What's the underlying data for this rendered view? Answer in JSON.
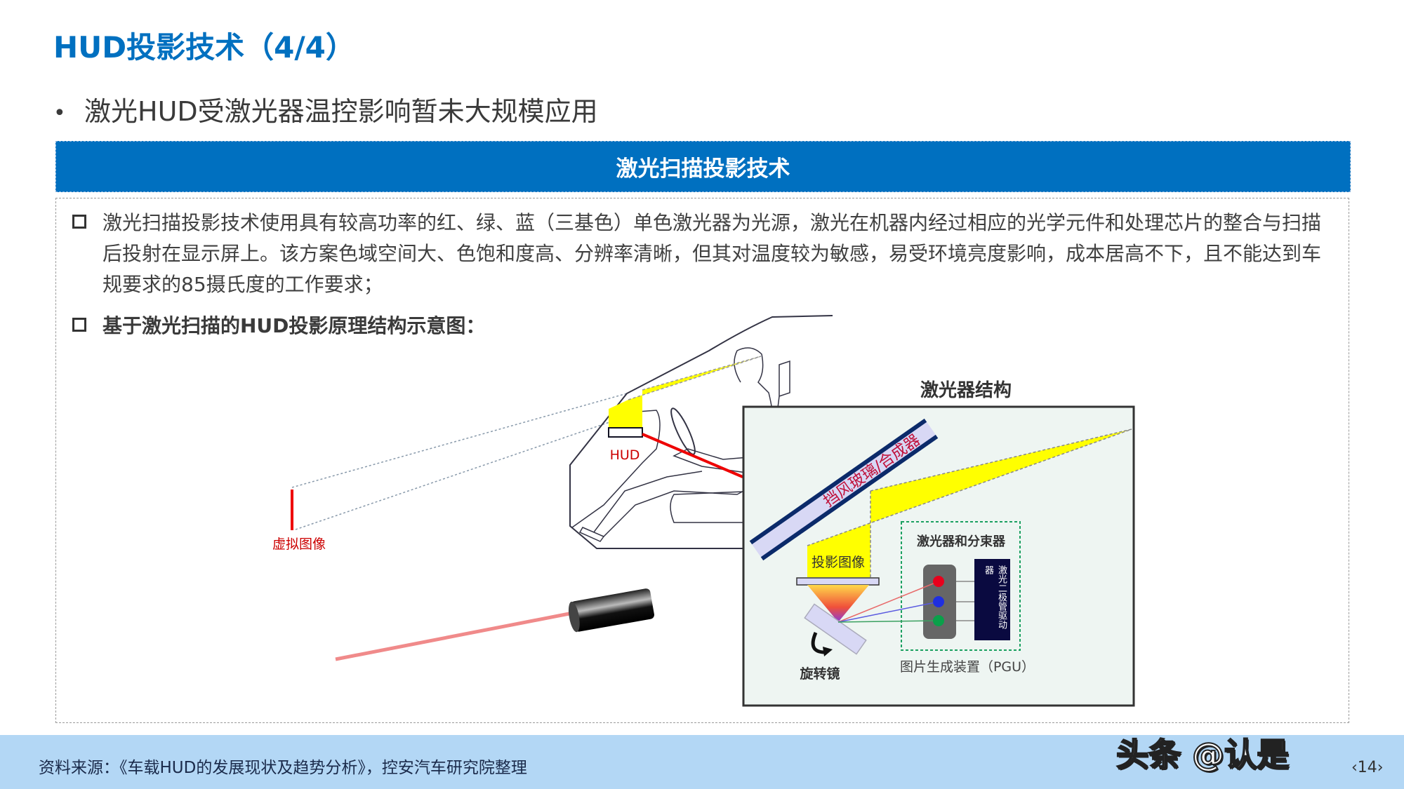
{
  "header": {
    "title": "HUD投影技术（4/4）",
    "bullet": "激光HUD受激光器温控影响暂未大规模应用"
  },
  "section": {
    "banner": "激光扫描投影技术",
    "paragraph": "激光扫描投影技术使用具有较高功率的红、绿、蓝（三基色）单色激光器为光源，激光在机器内经过相应的光学元件和处理芯片的整合与扫描后投射在显示屏上。该方案色域空间大、色饱和度高、分辨率清晰，但其对温度较为敏感，易受环境亮度影响，成本居高不下，且不能达到车规要求的85摄氏度的工作要求；",
    "diagram_heading": "基于激光扫描的HUD投影原理结构示意图："
  },
  "diagram": {
    "virtual_image_label": "虚拟图像",
    "hud_label": "HUD",
    "laser_structure_title": "激光器结构",
    "combiner_label": "挡风玻璃/合成器",
    "projected_image_label": "投影图像",
    "laser_splitter_label": "激光器和分束器",
    "driver_label": "激光二极管驱动器",
    "rotating_mirror_label": "旋转镜",
    "pgu_label": "图片生成装置（PGU）",
    "colors": {
      "beam": "#ffff00",
      "laser_red": "#e8001c",
      "laser_blue": "#1f2fe0",
      "laser_green": "#0aa04a",
      "driver_bg": "#0a0a40"
    }
  },
  "footer": {
    "source": "资料来源：《车载HUD的发展现状及趋势分析》，控安汽车研究院整理",
    "watermark": "头条 @认是",
    "page": "‹14›"
  },
  "colors": {
    "accent": "#0070c0",
    "footer_bg": "#b3d7f5"
  }
}
